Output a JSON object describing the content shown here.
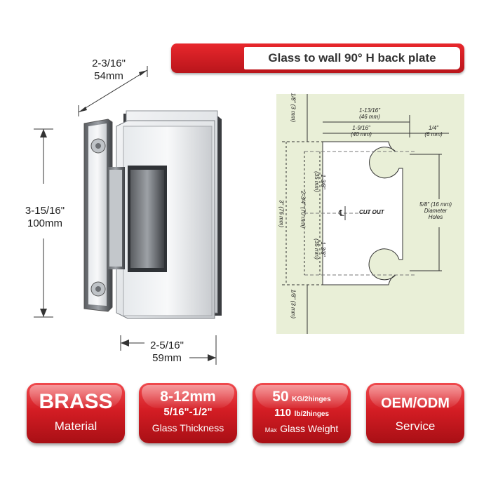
{
  "title": "Glass to wall 90° H back plate",
  "dimensions": {
    "width_top_in": "2-3/16\"",
    "width_top_mm": "54mm",
    "height_in": "3-15/16\"",
    "height_mm": "100mm",
    "width_bottom_in": "2-5/16\"",
    "width_bottom_mm": "59mm"
  },
  "drawing": {
    "top_gap": "1/8\" (3 mm)",
    "bottom_gap": "1/8\" (3 mm)",
    "depth_total": "1-13/16\"",
    "depth_total_mm": "(46 mm)",
    "depth_holes": "1-9/16\"",
    "depth_holes_mm": "(40 mm)",
    "hole_offset": "1/4\"",
    "hole_offset_mm": "(6 mm)",
    "upper_spacing": "1-3/8\"",
    "upper_spacing_mm": "(35 mm)",
    "lower_spacing": "1-3/8\"",
    "lower_spacing_mm": "(35 mm)",
    "overall": "3\" (76 mm)",
    "hole_center_span": "2-3/4\" (70 mm)",
    "centerline": "℄",
    "cutout_label": "CUT OUT",
    "hole_note_1": "5/8\" (16 mm)",
    "hole_note_2": "Diameter",
    "hole_note_3": "Holes"
  },
  "badges": [
    {
      "big": "BRASS",
      "small": "Material"
    },
    {
      "big": "8-12mm",
      "mid": "5/16\"-1/2\"",
      "small": "Glass Thickness"
    },
    {
      "big": "50",
      "big_suffix": "KG/2hinges",
      "mid": "110",
      "mid_suffix": "lb/2hinges",
      "small_prefix": "Max",
      "small": "Glass Weight"
    },
    {
      "big": "OEM/ODM",
      "small": "Service"
    }
  ],
  "colors": {
    "accent": "#d41d24",
    "drawing_bg": "#e9efd7"
  }
}
